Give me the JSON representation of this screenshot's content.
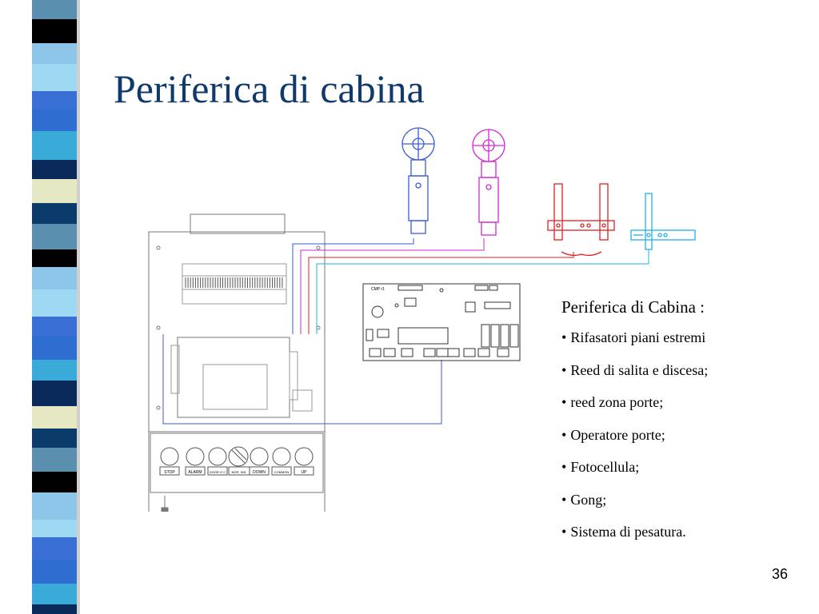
{
  "slide": {
    "title": "Periferica di cabina",
    "page_number": "36"
  },
  "info": {
    "heading": "Periferica di Cabina :",
    "bullet_symbol": "•",
    "items": [
      "Rifasatori piani estremi",
      "Reed di salita e discesa;",
      "reed zona porte;",
      "Operatore porte;",
      "Fotocellula;",
      "Gong;",
      "Sistema di pesatura."
    ]
  },
  "diagram": {
    "board_label": "CMP r1",
    "panel_buttons": [
      "STOP",
      "ALARM",
      "DOOR O C",
      "NOR. INS.",
      "DOWN",
      "COMMON",
      "UP"
    ]
  },
  "colors": {
    "title": "#0f3a6b",
    "blue_wire": "#3a5bd6",
    "magenta_wire": "#d22ad2",
    "red_wire": "#e02020",
    "cyan_wire": "#1fb0e8"
  }
}
